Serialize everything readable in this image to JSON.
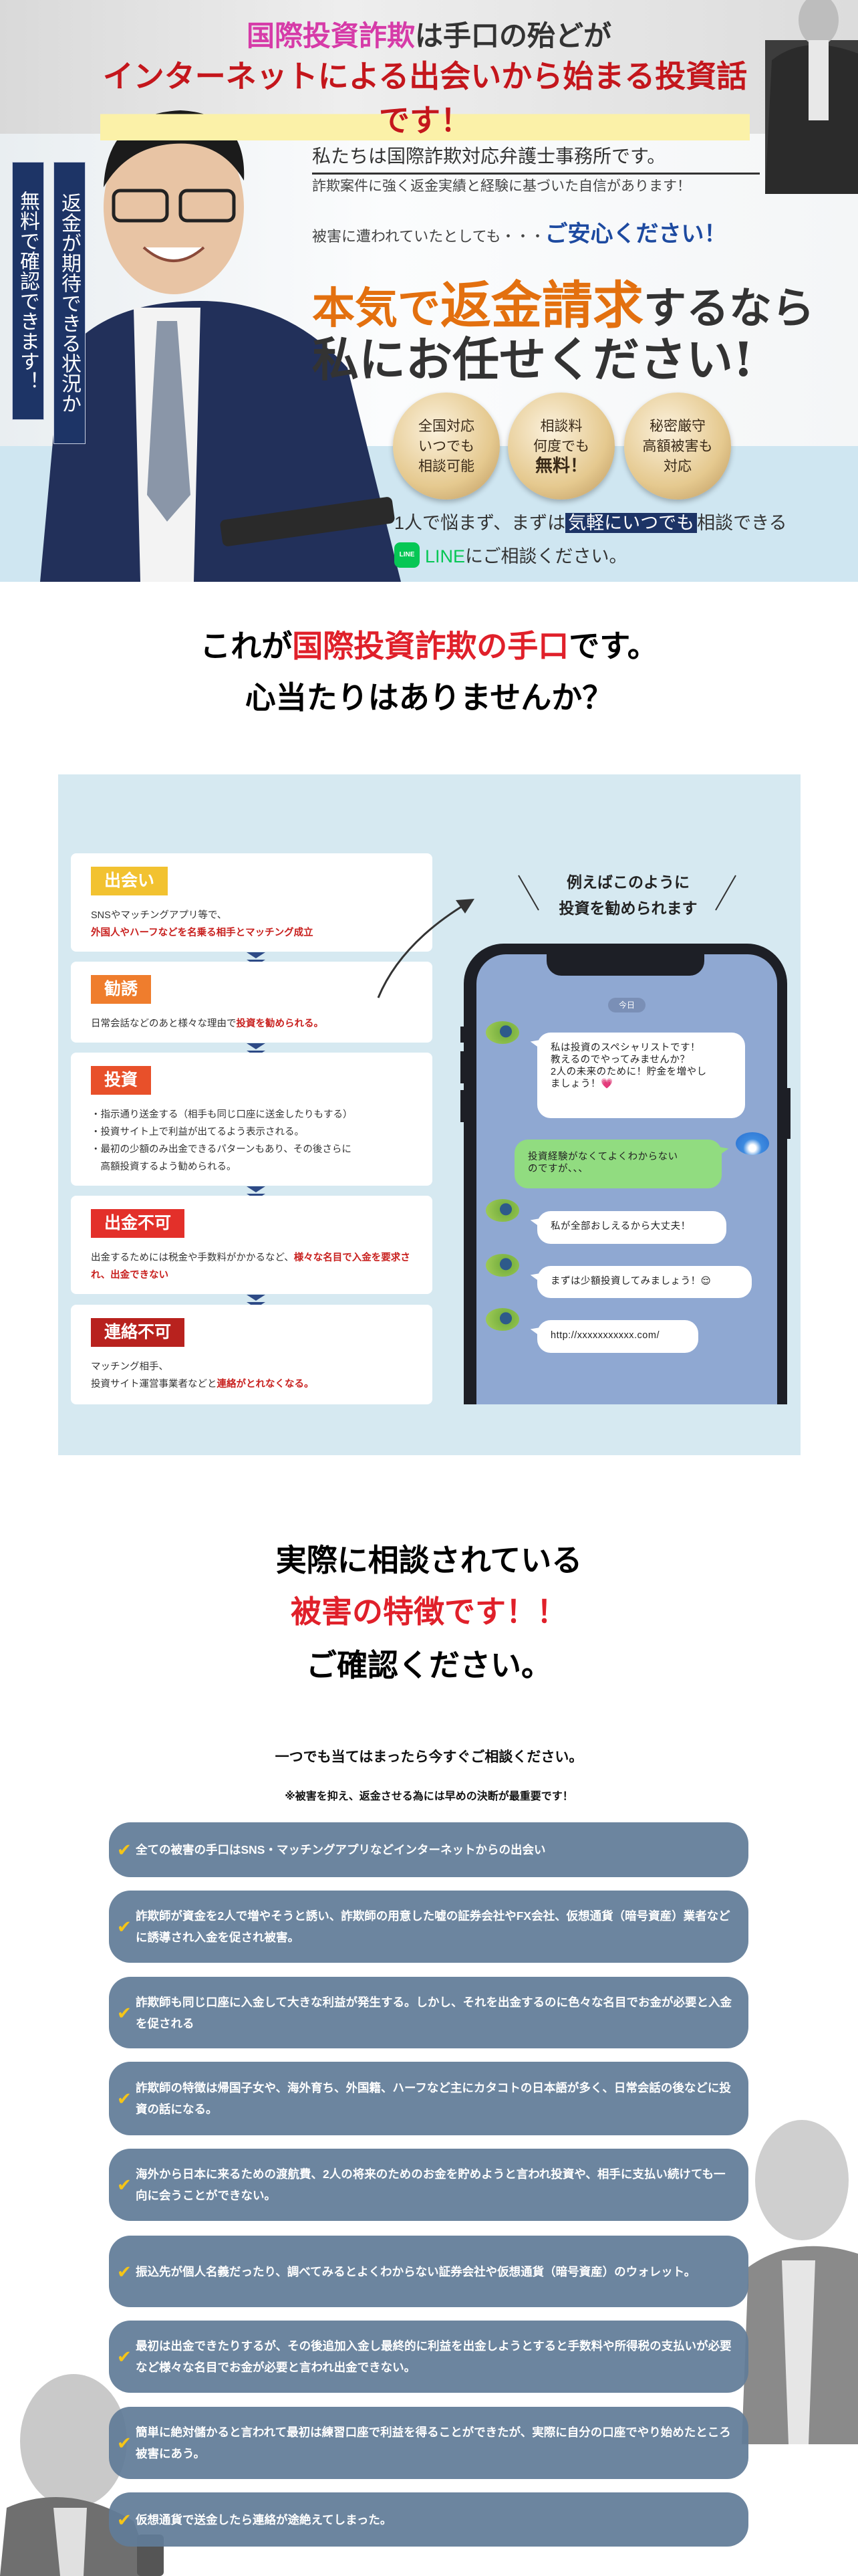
{
  "hero": {
    "headline_line1_highlight": "国際投資詐欺",
    "headline_line1_rest": "は手口の殆どが",
    "headline_line2": "インターネットによる出会いから始まる投資話です！",
    "vertical_label_1": "返金が期待できる状況か",
    "vertical_label_2": "無料で確認できます！",
    "intro_1": "私たちは国際詐欺対応弁護士事務所です。",
    "intro_2": "詐欺案件に強く返金実績と経験に基づいた自信があります！",
    "intro_3_prefix": "被害に遭われていたとしても・・・",
    "intro_3_emphasis": "ご安心ください！",
    "catch_1_orange_a": "本気で",
    "catch_1_orange_b": "返金請求",
    "catch_1_rest": "するなら",
    "catch_2": "私にお任せください!",
    "badges": [
      {
        "lines": [
          "全国対応",
          "いつでも",
          "相談可能"
        ]
      },
      {
        "lines": [
          "相談料",
          "何度でも",
          "無料！"
        ]
      },
      {
        "lines": [
          "秘密厳守",
          "高額被害も",
          "対応"
        ]
      }
    ],
    "cta_1_prefix": "1人で悩まず、まずは",
    "cta_1_highlight": "気軽にいつでも",
    "cta_1_suffix": "相談できる",
    "cta_2_line": "LINE",
    "cta_2_suffix": "にご相談ください。",
    "line_icon_label": "LINE"
  },
  "section_methods": {
    "heading_prefix": "これが",
    "heading_red": "国際投資詐欺の手口",
    "heading_suffix": "です。",
    "heading_line2": "心当たりはありませんか？",
    "steps": [
      {
        "label": "出会い",
        "color": "#f2c230",
        "text": "SNSやマッチングアプリ等で、",
        "red": "外国人やハーフなどを名乗る相手とマッチング成立"
      },
      {
        "label": "勧誘",
        "color": "#ef7d2d",
        "text": "日常会話などのあと様々な理由で",
        "red": "投資を勧められる。"
      },
      {
        "label": "投資",
        "color": "#e8502a",
        "bullets": [
          "・指示通り送金する（相手も同じ口座に送金したりもする）",
          "・投資サイト上で利益が出てるよう表示される。",
          "・最初の少額のみ出金できるパターンもあり、その後さらに",
          "　高額投資するよう勧められる。"
        ]
      },
      {
        "label": "出金不可",
        "color": "#e3302a",
        "text": "出金するためには税金や手数料がかかるなど、",
        "red": "様々な名目で入金を要求され、出金できない"
      },
      {
        "label": "連絡不可",
        "color": "#b8221e",
        "text": "マッチング相手、",
        "text2": "投資サイト運営事業者などと",
        "red": "連絡がとれなくなる。"
      }
    ],
    "example_caption_1": "例えばこのように",
    "example_caption_2": "投資を勧められます",
    "chat": {
      "date_label": "今日",
      "messages": [
        {
          "from": "scammer",
          "lines": [
            "私は投資のスペシャリストです！",
            "教えるのでやってみませんか？",
            "2人の未来のために！貯金を増やし",
            "ましょう！💗"
          ]
        },
        {
          "from": "user",
          "lines": [
            "投資経験がなくてよくわからない",
            "のですが、、、"
          ]
        },
        {
          "from": "scammer",
          "lines": [
            "私が全部おしえるから大丈夫！"
          ]
        },
        {
          "from": "scammer",
          "lines": [
            "まずは少額投資してみましょう！😌"
          ]
        },
        {
          "from": "scammer",
          "lines": [
            "http://xxxxxxxxxxx.com/"
          ]
        }
      ]
    }
  },
  "section_features": {
    "heading_line1": "実際に相談されている",
    "heading_line2": "被害の特徴です！！",
    "heading_line3": "ご確認ください。",
    "note_1": "一つでも当てはまったら今すぐご相談ください。",
    "note_2": "※被害を抑え、返金させる為には早めの決断が最重要です！",
    "items": [
      "全ての被害の手口はSNS・マッチングアプリなどインターネットからの出会い",
      "詐欺師が資金を2人で増やそうと誘い、詐欺師の用意した嘘の証券会社やFX会社、仮想通貨（暗号資産）業者などに誘導され入金を促され被害。",
      "詐欺師も同じ口座に入金して大きな利益が発生する。しかし、それを出金するのに色々な名目でお金が必要と入金を促される",
      "詐欺師の特徴は帰国子女や、海外育ち、外国籍、ハーフなど主にカタコトの日本語が多く、日常会話の後などに投資の話になる。",
      "海外から日本に来るための渡航費、2人の将来のためのお金を貯めようと言われ投資や、相手に支払い続けても一向に会うことができない。",
      "振込先が個人名義だったり、調べてみるとよくわからない証券会社や仮想通貨（暗号資産）のウォレット。",
      "最初は出金できたりするが、その後追加入金し最終的に利益を出金しようとすると手数料や所得税の支払いが必要など様々な名目でお金が必要と言われ出金できない。",
      "簡単に絶対儲かると言われて最初は練習口座で利益を得ることができたが、実際に自分の口座でやり始めたところ被害にあう。",
      "仮想通貨で送金したら連絡が途絶えてしまった。"
    ],
    "check_icon": "✔"
  }
}
